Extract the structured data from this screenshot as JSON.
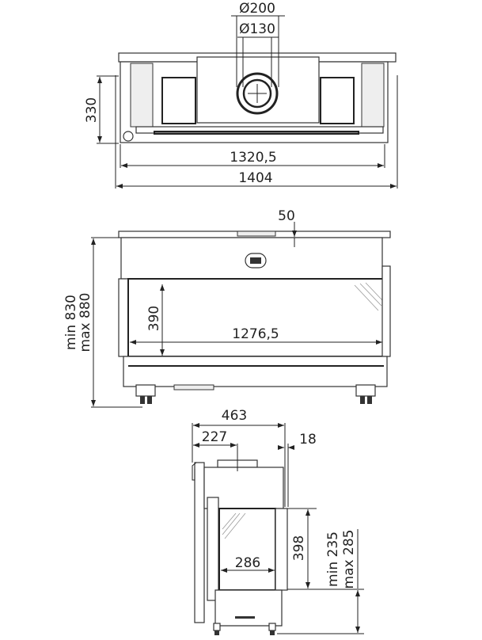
{
  "top_view": {
    "dia_outer": "Ø200",
    "dia_inner": "Ø130",
    "depth": "330",
    "inner_width": "1320,5",
    "total_width": "1404"
  },
  "front_view": {
    "flue_offset": "50",
    "height_min": "min 830",
    "height_max": "max 880",
    "glass_height": "390",
    "glass_width": "1276,5"
  },
  "side_view": {
    "total_depth": "463",
    "flue_center": "227",
    "front_offset": "18",
    "glass_depth": "286",
    "glass_height": "398",
    "base_min": "min 235",
    "base_max": "max 285"
  }
}
